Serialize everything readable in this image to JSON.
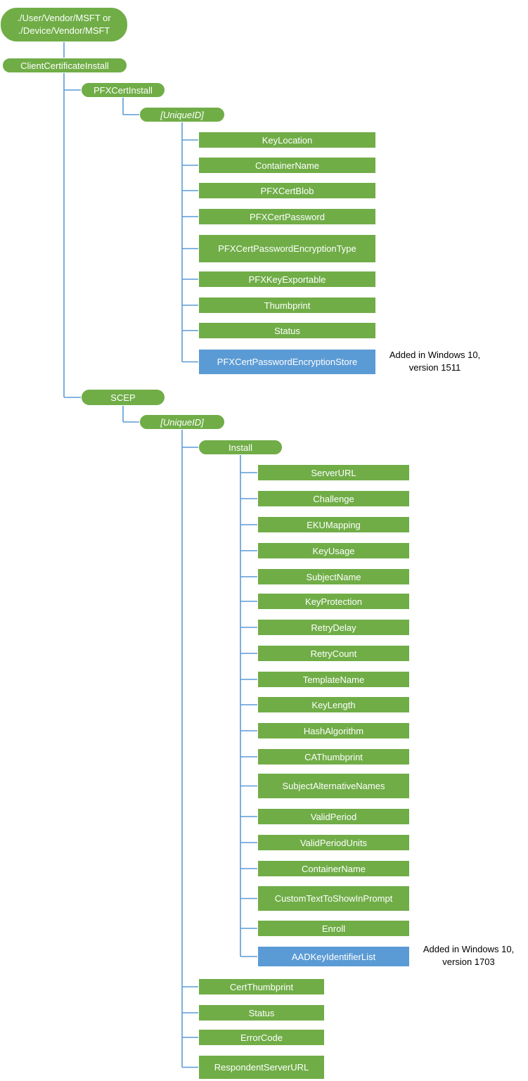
{
  "root": {
    "line1": "./User/Vendor/MSFT or",
    "line2": "./Device/Vendor/MSFT"
  },
  "client_certificate_install": "ClientCertificateInstall",
  "pfx": {
    "label": "PFXCertInstall",
    "unique_id": "[UniqueID]",
    "children": [
      "KeyLocation",
      "ContainerName",
      "PFXCertBlob",
      "PFXCertPassword",
      "PFXCertPasswordEncryptionType",
      "PFXKeyExportable",
      "Thumbprint",
      "Status",
      "PFXCertPasswordEncryptionStore"
    ],
    "note": {
      "line1": "Added in Windows 10,",
      "line2": "version 1511"
    }
  },
  "scep": {
    "label": "SCEP",
    "unique_id": "[UniqueID]",
    "install": {
      "label": "Install",
      "children": [
        "ServerURL",
        "Challenge",
        "EKUMapping",
        "KeyUsage",
        "SubjectName",
        "KeyProtection",
        "RetryDelay",
        "RetryCount",
        "TemplateName",
        "KeyLength",
        "HashAlgorithm",
        "CAThumbprint",
        "SubjectAlternativeNames",
        "ValidPeriod",
        "ValidPeriodUnits",
        "ContainerName",
        "CustomTextToShowInPrompt",
        "Enroll",
        "AADKeyIdentifierList"
      ],
      "note": {
        "line1": "Added in Windows 10,",
        "line2": "version 1703"
      }
    },
    "children": [
      "CertThumbprint",
      "Status",
      "ErrorCode",
      "RespondentServerURL"
    ]
  },
  "colors": {
    "node": "#70ad47",
    "new_node": "#5b9bd5",
    "connector": "#5b9bd5"
  }
}
